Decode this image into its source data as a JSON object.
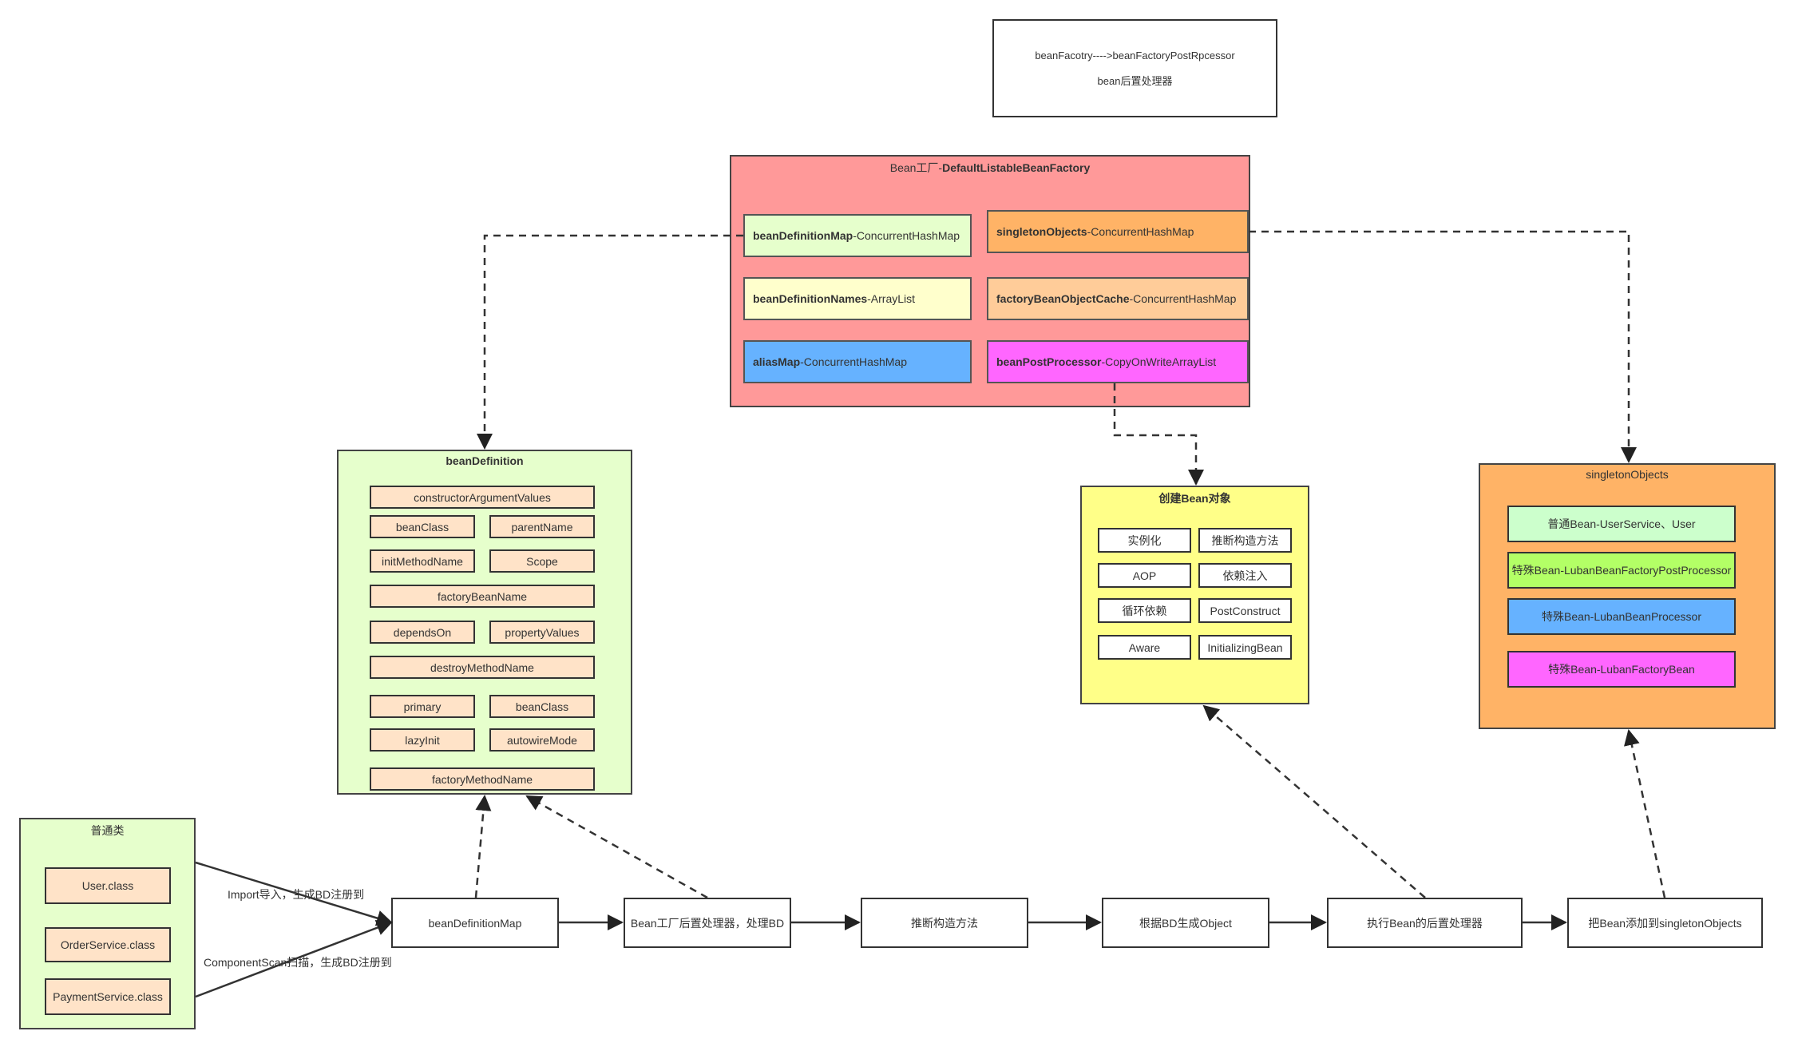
{
  "note": {
    "line1": "beanFacotry---->beanFactoryPostRpcessor",
    "line2": "bean后置处理器"
  },
  "factory": {
    "title_prefix": "Bean工厂-",
    "title_bold": "DefaultListableBeanFactory",
    "fields": [
      {
        "name": "beanDefinitionMap",
        "type": "-ConcurrentHashMap",
        "color": "#e6ffcc"
      },
      {
        "name": "singletonObjects",
        "type": "-ConcurrentHashMap",
        "color": "#ffb366"
      },
      {
        "name": "beanDefinitionNames",
        "type": "-ArrayList",
        "color": "#ffffcc"
      },
      {
        "name": "factoryBeanObjectCache",
        "type": "-ConcurrentHashMap",
        "color": "#ffcc99"
      },
      {
        "name": "aliasMap",
        "type": "-ConcurrentHashMap",
        "color": "#66b2ff"
      },
      {
        "name": "beanPostProcessor",
        "type": "-CopyOnWriteArrayList",
        "color": "#ff66ff"
      }
    ],
    "color": "#ff9999"
  },
  "beanDefinition": {
    "title": "beanDefinition",
    "color": "#e6ffcc",
    "props": [
      "constructorArgumentValues",
      "beanClass",
      "parentName",
      "initMethodName",
      "Scope",
      "factoryBeanName",
      "dependsOn",
      "propertyValues",
      "destroyMethodName",
      "primary",
      "beanClass",
      "lazyInit",
      "autowireMode",
      "factoryMethodName"
    ]
  },
  "createBean": {
    "title": "创建Bean对象",
    "color": "#ffff88",
    "items": [
      "实例化",
      "推断构造方法",
      "AOP",
      "依赖注入",
      "循环依赖",
      "PostConstruct",
      "Aware",
      "InitializingBean"
    ]
  },
  "singletons": {
    "title": "singletonObjects",
    "color": "#ffb366",
    "items": [
      {
        "label": "普通Bean-UserService、User",
        "color": "#ccffcc"
      },
      {
        "label": "特殊Bean-LubanBeanFactoryPostProcessor",
        "color": "#b3ff66"
      },
      {
        "label": "特殊Bean-LubanBeanProcessor",
        "color": "#66b2ff"
      },
      {
        "label": "特殊Bean-LubanFactoryBean",
        "color": "#ff66ff"
      }
    ]
  },
  "plain": {
    "title": "普通类",
    "color": "#e6ffcc",
    "items": [
      "User.class",
      "OrderService.class",
      "PaymentService.class"
    ]
  },
  "edges": {
    "import_label": "Import导入，生成BD注册到",
    "scan_label": "ComponentScan扫描，生成BD注册到"
  },
  "flow": [
    "beanDefinitionMap",
    "Bean工厂后置处理器，处理BD",
    "推断构造方法",
    "根据BD生成Object",
    "执行Bean的后置处理器",
    "把Bean添加到singletonObjects"
  ]
}
